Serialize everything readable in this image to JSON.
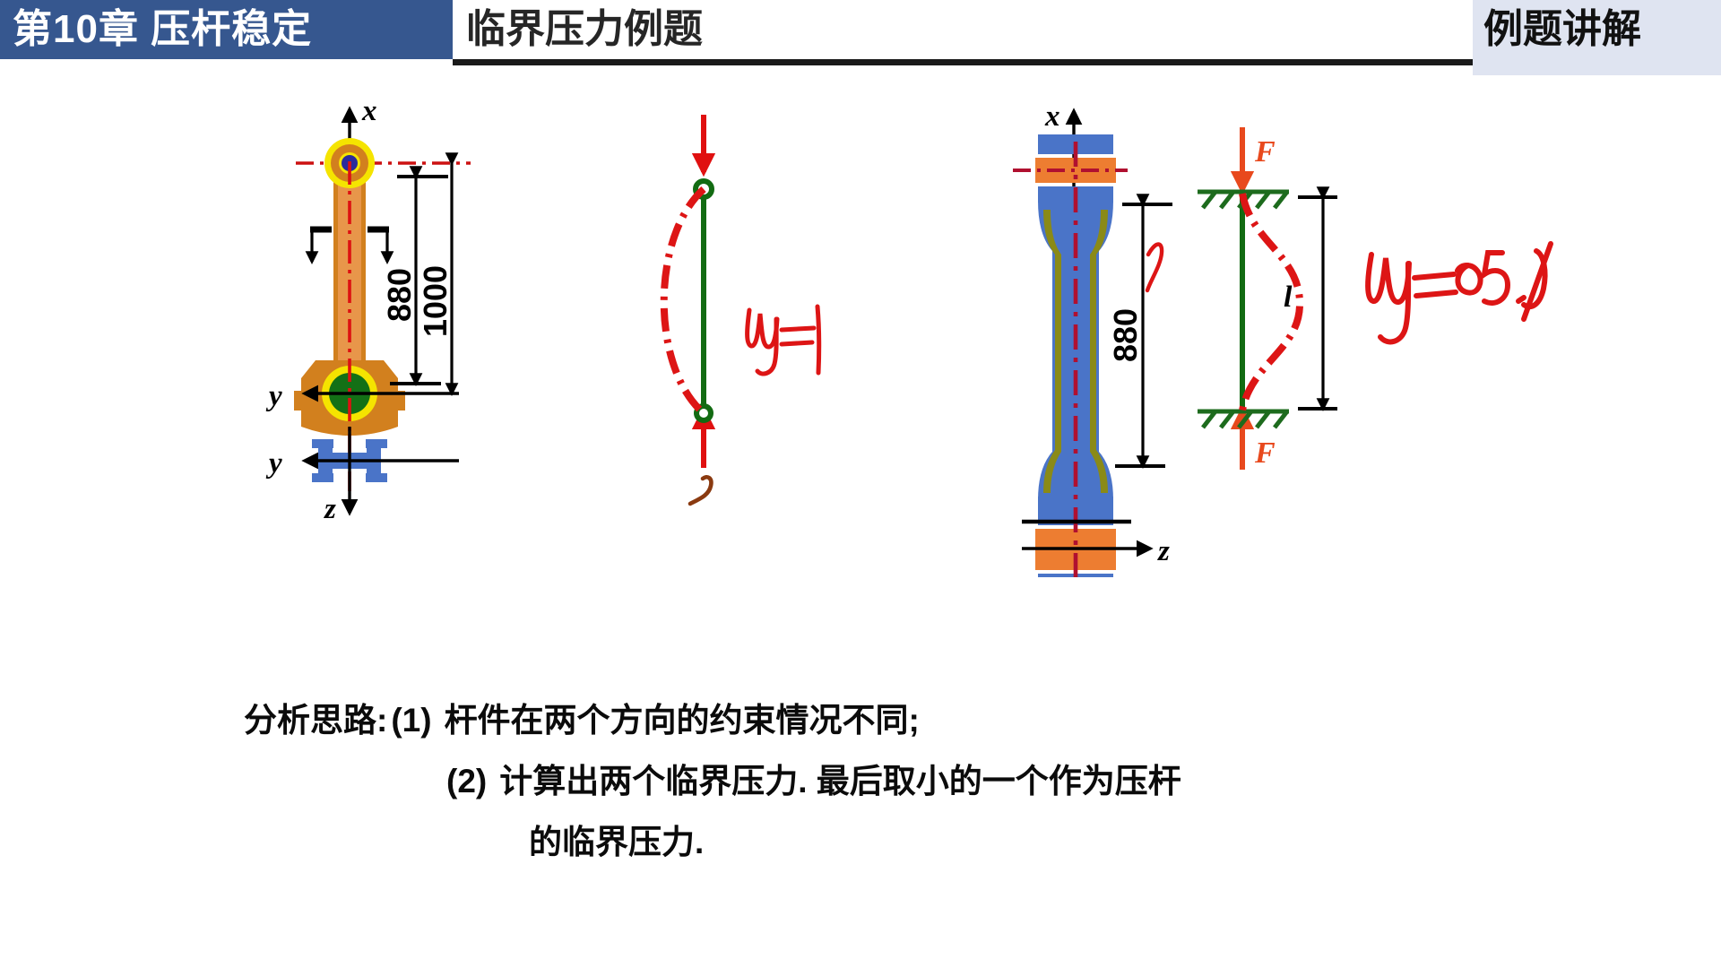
{
  "header": {
    "chapter": "第10章  压杆稳定",
    "subject": "临界压力例题",
    "corner_label": "例题讲解",
    "blue": "#36578f",
    "corner_bg": "#dfe4f1"
  },
  "figures": {
    "rod_figure": {
      "name": "connecting-rod-front-view",
      "axis_x": "x",
      "axis_y_top": "y",
      "axis_y_bottom": "y",
      "axis_z": "z",
      "dim_inner": "880",
      "dim_outer": "1000",
      "colors": {
        "body": "#d2801e",
        "shank": "#e8964a",
        "ring": "#f5e400",
        "pin_top": "#2b2b9c",
        "pin_bottom": "#137016",
        "centerline": "#cc1111",
        "section": "#4a74c8"
      }
    },
    "pinned_column": {
      "name": "pinned-pinned-buckling-diagram",
      "annotation": "μ=1",
      "colors": {
        "force": "#e01010",
        "column": "#126b12",
        "buckle": "#dd1515",
        "ink": "#dd1515"
      }
    },
    "beam_figure": {
      "name": "i-beam-column-front-view",
      "axis_x": "x",
      "axis_z": "z",
      "dim_inner": "880",
      "colors": {
        "web": "#4a74c8",
        "flange_band": "#ed7d31",
        "fillet": "#8a8a17",
        "centerline": "#b01030"
      }
    },
    "fixed_column": {
      "name": "fixed-fixed-buckling-diagram",
      "annotation": "μ=0.5",
      "force_top_label": "F",
      "force_bottom_label": "F",
      "length_label": "l",
      "colors": {
        "force": "#e8491d",
        "support": "#1d6b1d",
        "column": "#126b12",
        "buckle": "#dd1515"
      }
    }
  },
  "analysis": {
    "label": "分析思路:",
    "item1_num": "(1)",
    "item1_text": "杆件在两个方向的约束情况不同;",
    "item2_num": "(2)",
    "item2_text": "计算出两个临界压力. 最后取小的一个作为压杆",
    "item2_cont": "的临界压力."
  }
}
